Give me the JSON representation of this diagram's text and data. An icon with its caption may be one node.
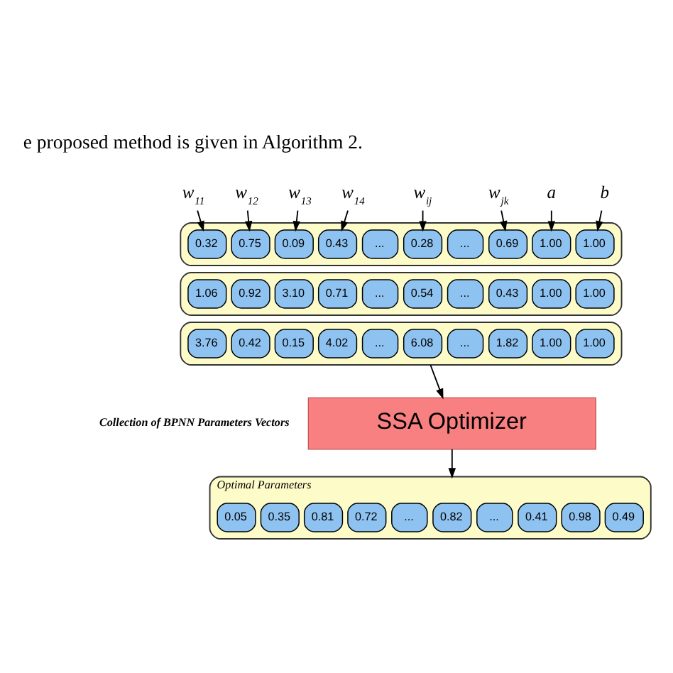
{
  "diagram": {
    "nodes": [
      {
        "text": [
          "w$_{11}$"
        ]
      },
      {
        "text": [
          "w$_{12}$"
        ]
      },
      {
        "text": [
          "w$_{13}$"
        ]
      },
      {
        "text": [
          "w$_{14}$"
        ]
      },
      {
        "text": [
          "w$_{ij}$"
        ]
      },
      {
        "text": [
          "w$_{jk}$"
        ]
      },
      {
        "text": [
          "a"
        ]
      },
      {
        "text": [
          "b"
        ]
      },
      {
        "text": [],
        "shape": "box"
      },
      {
        "text": [
          "0.32"
        ],
        "in": 8
      },
      {
        "text": [
          "0.75"
        ],
        "in": 8
      },
      {
        "text": [
          "0.09"
        ],
        "in": 8
      },
      {
        "text": [
          "0.43"
        ],
        "in": 8
      },
      {
        "text": [
          "..."
        ],
        "in": 8
      },
      {
        "text": [
          "0.28"
        ],
        "in": 8
      },
      {
        "text": [
          "..."
        ],
        "in": 8
      },
      {
        "text": [
          "0.69"
        ],
        "in": 8
      },
      {
        "text": [
          "1.00"
        ],
        "in": 8
      },
      {
        "text": [
          "1.00"
        ],
        "in": 8
      },
      {
        "text": [],
        "shape": "box"
      },
      {
        "text": [
          "1.06"
        ],
        "in": 19
      },
      {
        "text": [
          "0.92"
        ],
        "in": 19
      },
      {
        "text": [
          "3.10"
        ],
        "in": 19
      },
      {
        "text": [
          "0.71"
        ],
        "in": 19
      },
      {
        "text": [
          "..."
        ],
        "in": 19
      },
      {
        "text": [
          "0.54"
        ],
        "in": 19
      },
      {
        "text": [
          "..."
        ],
        "in": 19
      },
      {
        "text": [
          "0.43"
        ],
        "in": 19
      },
      {
        "text": [
          "1.00"
        ],
        "in": 19
      },
      {
        "text": [
          "1.00"
        ],
        "in": 19
      },
      {
        "text": [],
        "shape": "box"
      },
      {
        "text": [
          "3.76"
        ],
        "in": 30
      },
      {
        "text": [
          "0.42"
        ],
        "in": 30
      },
      {
        "text": [
          "0.15"
        ],
        "in": 30
      },
      {
        "text": [
          "4.02"
        ],
        "in": 30
      },
      {
        "text": [
          "..."
        ],
        "in": 30
      },
      {
        "text": [
          "6.08"
        ],
        "in": 30
      },
      {
        "text": [
          "..."
        ],
        "in": 30
      },
      {
        "text": [
          "1.82"
        ],
        "in": 30
      },
      {
        "text": [
          "1.00"
        ],
        "in": 30
      },
      {
        "text": [
          "1.00"
        ],
        "in": 30
      },
      {
        "text": [
          "SSA Optimizer"
        ]
      },
      {
        "text": [
          "Optimal Parameters"
        ]
      },
      {
        "text": [
          "0.05"
        ],
        "in": 42
      },
      {
        "text": [
          "0.35"
        ],
        "in": 42
      },
      {
        "text": [
          "0.81"
        ],
        "in": 42
      },
      {
        "text": [
          "0.72"
        ],
        "in": 42
      },
      {
        "text": [
          "..."
        ],
        "in": 42
      },
      {
        "text": [
          "0.82"
        ],
        "in": 42
      },
      {
        "text": [
          "..."
        ],
        "in": 42
      },
      {
        "text": [
          "0.41"
        ],
        "in": 42
      },
      {
        "text": [
          "0.98"
        ],
        "in": 42
      },
      {
        "text": [
          "0.49"
        ],
        "in": 42
      }
    ],
    "edges": [
      {
        "from": 0,
        "to": 9,
        "arrow": "to"
      },
      {
        "from": 1,
        "to": 10,
        "arrow": "to"
      },
      {
        "from": 2,
        "to": 11,
        "arrow": "to"
      },
      {
        "from": 3,
        "to": 12,
        "arrow": "to"
      },
      {
        "from": 4,
        "to": 14,
        "arrow": "to"
      },
      {
        "from": 5,
        "to": 16,
        "arrow": "to"
      },
      {
        "from": 6,
        "to": 17,
        "arrow": "to"
      },
      {
        "from": 7,
        "to": 18,
        "arrow": "to"
      },
      {
        "from": 30,
        "to": 41,
        "arrow": "to"
      },
      {
        "from": 41,
        "to": 42,
        "arrow": "to"
      }
    ],
    "labels": [
      "e proposed method is given in Algorithm 2.",
      "Collection of BPNN Parameters Vectors"
    ]
  }
}
